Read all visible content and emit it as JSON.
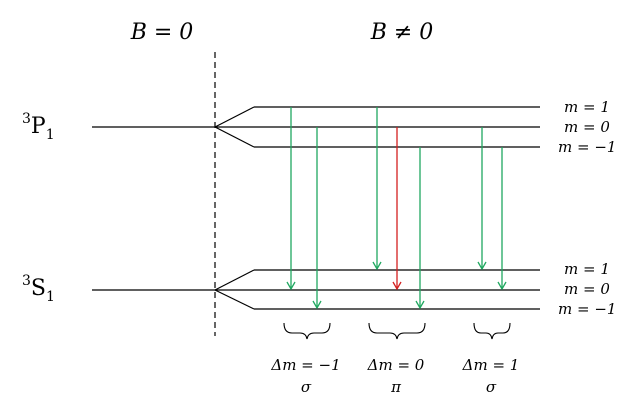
{
  "headers": {
    "zero_field": "B = 0",
    "nonzero_field": "B ≠ 0"
  },
  "terms": {
    "upper": {
      "superscript": "3",
      "letter": "P",
      "subscript": "1"
    },
    "lower": {
      "superscript": "3",
      "letter": "S",
      "subscript": "1"
    }
  },
  "upper_sublevels": [
    "m = 1",
    "m = 0",
    "m = −1"
  ],
  "lower_sublevels": [
    "m = 1",
    "m = 0",
    "m = −1"
  ],
  "transition_groups": [
    {
      "selection": "Δm = −1",
      "polarization": "σ"
    },
    {
      "selection": "Δm = 0",
      "polarization": "π"
    },
    {
      "selection": "Δm = 1",
      "polarization": "σ"
    }
  ],
  "colors": {
    "sigma_transition": "#20a860",
    "pi_transition": "#d42020",
    "lines": "#000000"
  }
}
